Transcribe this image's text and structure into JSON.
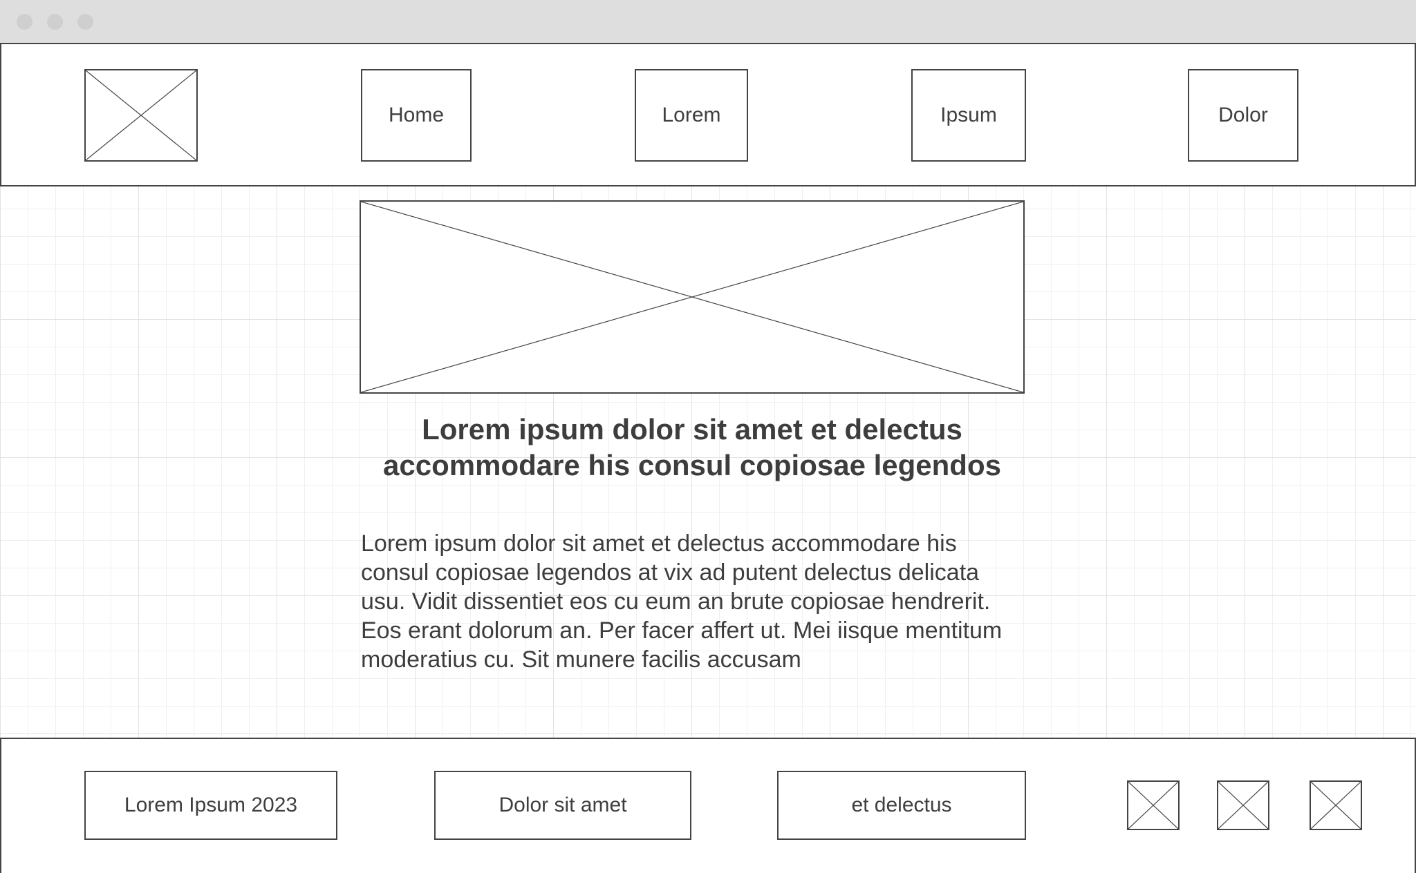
{
  "nav": {
    "items": [
      {
        "label": "Home"
      },
      {
        "label": "Lorem"
      },
      {
        "label": "Ipsum"
      },
      {
        "label": "Dolor"
      }
    ]
  },
  "content": {
    "headline": "Lorem ipsum dolor sit amet et delectus accommodare his consul copiosae legendos",
    "body": "Lorem ipsum dolor sit amet et delectus accommodare his consul copiosae legendos at vix ad putent delectus delicata usu. Vidit dissentiet eos cu eum an brute copiosae hendrerit. Eos erant dolorum an. Per facer affert ut. Mei iisque mentitum moderatius cu. Sit munere facilis accusam"
  },
  "footer": {
    "links": [
      {
        "label": "Lorem Ipsum 2023"
      },
      {
        "label": "Dolor sit amet"
      },
      {
        "label": "et delectus"
      }
    ]
  },
  "icons": {
    "logo": "image-placeholder-icon",
    "hero": "image-placeholder-icon",
    "social": [
      "image-placeholder-icon",
      "image-placeholder-icon",
      "image-placeholder-icon"
    ]
  },
  "colors": {
    "stroke": "#444444",
    "text": "#3d3d3d",
    "titlebar": "#dedede",
    "grid": "#e2e2e2"
  }
}
